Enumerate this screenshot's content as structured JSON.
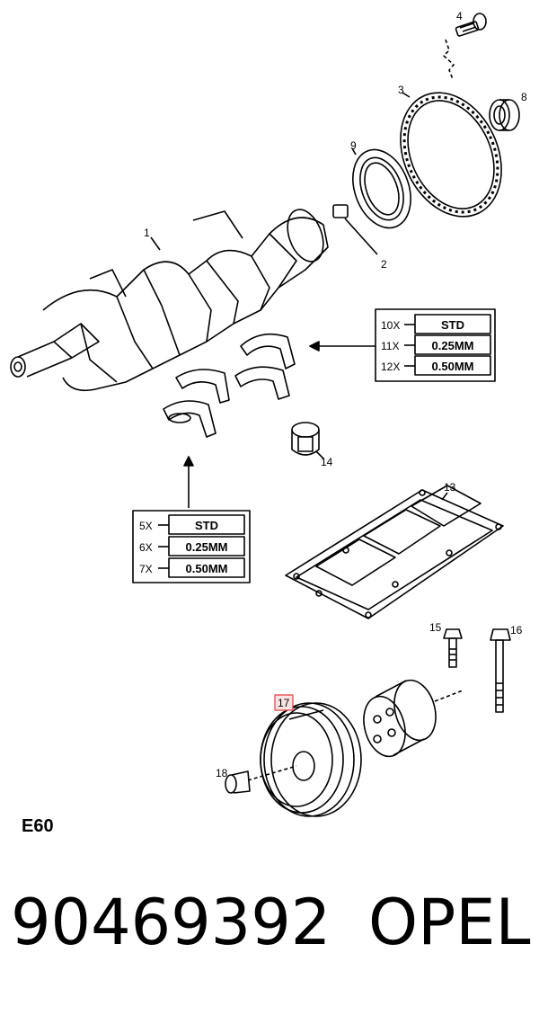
{
  "callouts": {
    "c1": "1",
    "c2": "2",
    "c3": "3",
    "c4": "4",
    "c8": "8",
    "c9": "9",
    "c13": "13",
    "c14": "14",
    "c15": "15",
    "c16": "16",
    "c17": "17",
    "c18": "18"
  },
  "upper_table": {
    "rows": [
      {
        "qty": "10X",
        "size": "STD"
      },
      {
        "qty": "11X",
        "size": "0.25MM"
      },
      {
        "qty": "12X",
        "size": "0.50MM"
      }
    ]
  },
  "lower_table": {
    "rows": [
      {
        "qty": "5X",
        "size": "STD"
      },
      {
        "qty": "6X",
        "size": "0.25MM"
      },
      {
        "qty": "7X",
        "size": "0.50MM"
      }
    ]
  },
  "section_code": "E60",
  "footer": {
    "part_number": "90469392",
    "brand": "OPEL"
  },
  "colors": {
    "highlight": "#e63c3c",
    "highlight_fill": "#fbe3e3",
    "line": "#000000"
  }
}
